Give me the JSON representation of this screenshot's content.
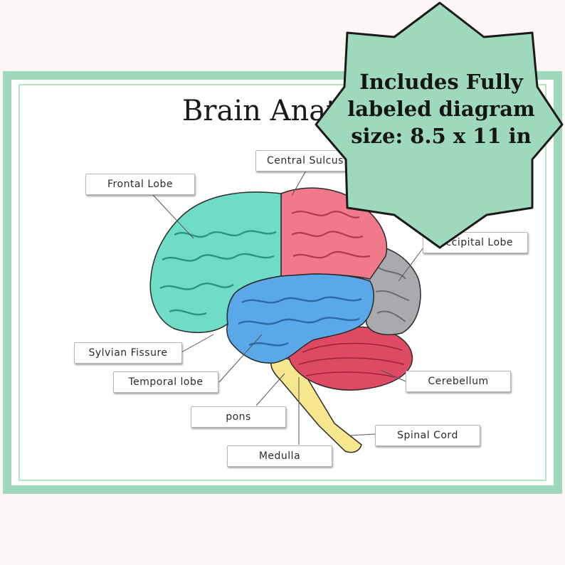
{
  "title": "Brain Anatomy",
  "badge": {
    "line1": "Includes Fully",
    "line2": "labeled diagram",
    "line3": "size: 8.5 x 11 in"
  },
  "labels": {
    "frontal_lobe": "Frontal Lobe",
    "central_sulcus": "Central Sulcus",
    "occipital_lobe": "Occipital  Lobe",
    "sylvian_fissure": "Sylvian Fissure",
    "temporal_lobe": "Temporal lobe",
    "cerebellum": "Cerebellum",
    "pons": "pons",
    "medulla": "Medulla",
    "spinal_cord": "Spinal Cord"
  },
  "colors": {
    "frame": "#9fd9bd",
    "badge": "#9fd9bd",
    "frontal_lobe": "#6fdcc8",
    "parietal_lobe": "#f07a8c",
    "occipital_lobe": "#a9aaad",
    "temporal_lobe": "#5aa8e8",
    "cerebellum": "#de4a63",
    "brainstem": "#f6e78f"
  }
}
